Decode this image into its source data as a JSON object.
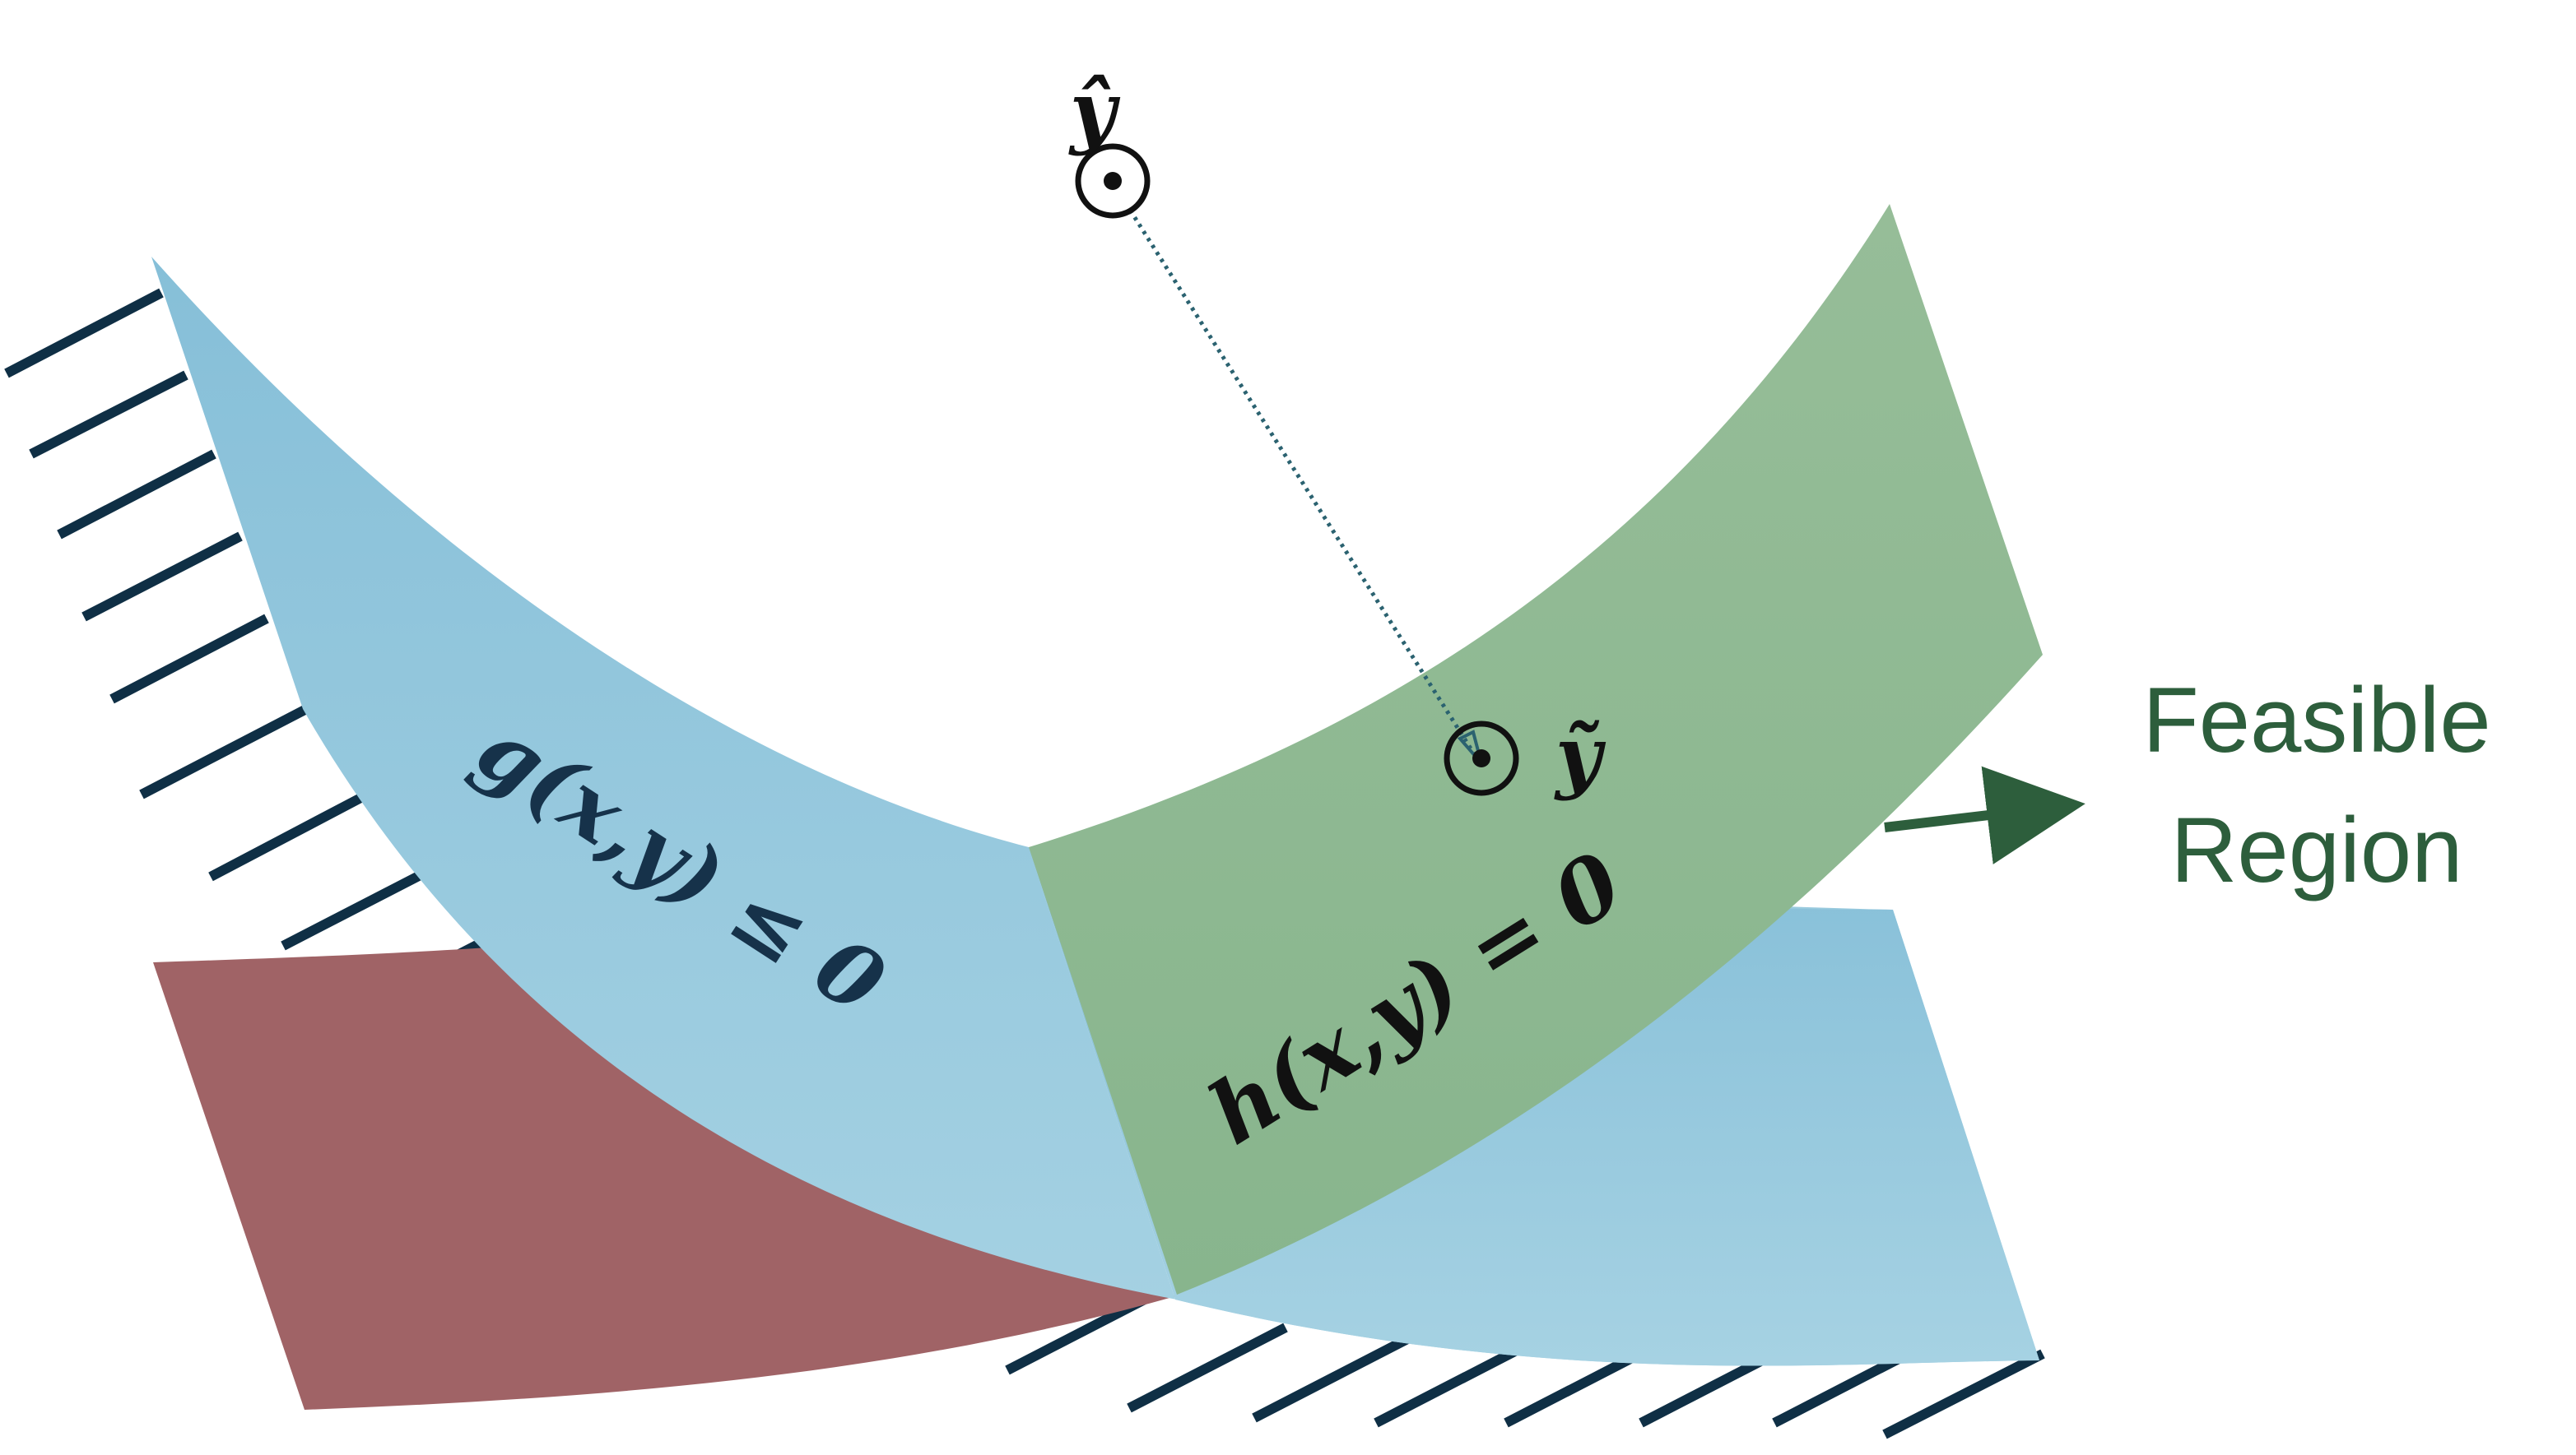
{
  "colors": {
    "background": "#ffffff",
    "inequality_surface": "#93c7dd",
    "equality_surface": "#8fba94",
    "infeasible_surface": "#a06366",
    "hatch": "#0f2f45",
    "math_text_dark": "#16324a",
    "math_text_black": "#111111",
    "arrow": "#2d5e3c",
    "projection_line": "#2b6270",
    "feasible_label": "#2d5e3c"
  },
  "labels": {
    "inequality": "g(x,y) ≤ 0",
    "equality": "h(x,y) = 0",
    "prediction": "ŷ",
    "projection": "ỹ",
    "feasible_line1": "Feasible",
    "feasible_line2": "Region"
  },
  "icons": {
    "prediction_point": "circled-dot-icon",
    "projection_point": "circled-dot-icon",
    "feasible_arrow": "right-arrow-icon",
    "boundary_hatching": "hatch-marks"
  }
}
